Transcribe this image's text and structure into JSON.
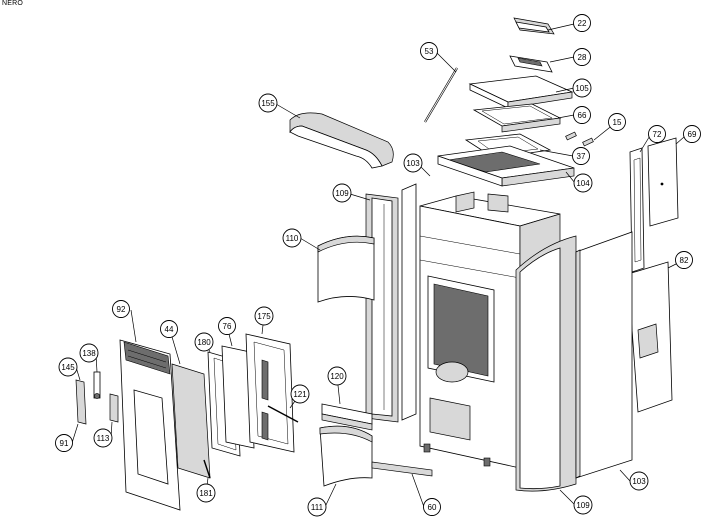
{
  "corner_label": "NERO",
  "callouts": [
    {
      "label": "22"
    },
    {
      "label": "28"
    },
    {
      "label": "53"
    },
    {
      "label": "105"
    },
    {
      "label": "66"
    },
    {
      "label": "155"
    },
    {
      "label": "37"
    },
    {
      "label": "15"
    },
    {
      "label": "72"
    },
    {
      "label": "69"
    },
    {
      "label": "103"
    },
    {
      "label": "104"
    },
    {
      "label": "109"
    },
    {
      "label": "110"
    },
    {
      "label": "82"
    },
    {
      "label": "92"
    },
    {
      "label": "44"
    },
    {
      "label": "76"
    },
    {
      "label": "175"
    },
    {
      "label": "180"
    },
    {
      "label": "138"
    },
    {
      "label": "145"
    },
    {
      "label": "120"
    },
    {
      "label": "121"
    },
    {
      "label": "113"
    },
    {
      "label": "91"
    },
    {
      "label": "181"
    },
    {
      "label": "111"
    },
    {
      "label": "60"
    },
    {
      "label": "109"
    },
    {
      "label": "103"
    }
  ]
}
